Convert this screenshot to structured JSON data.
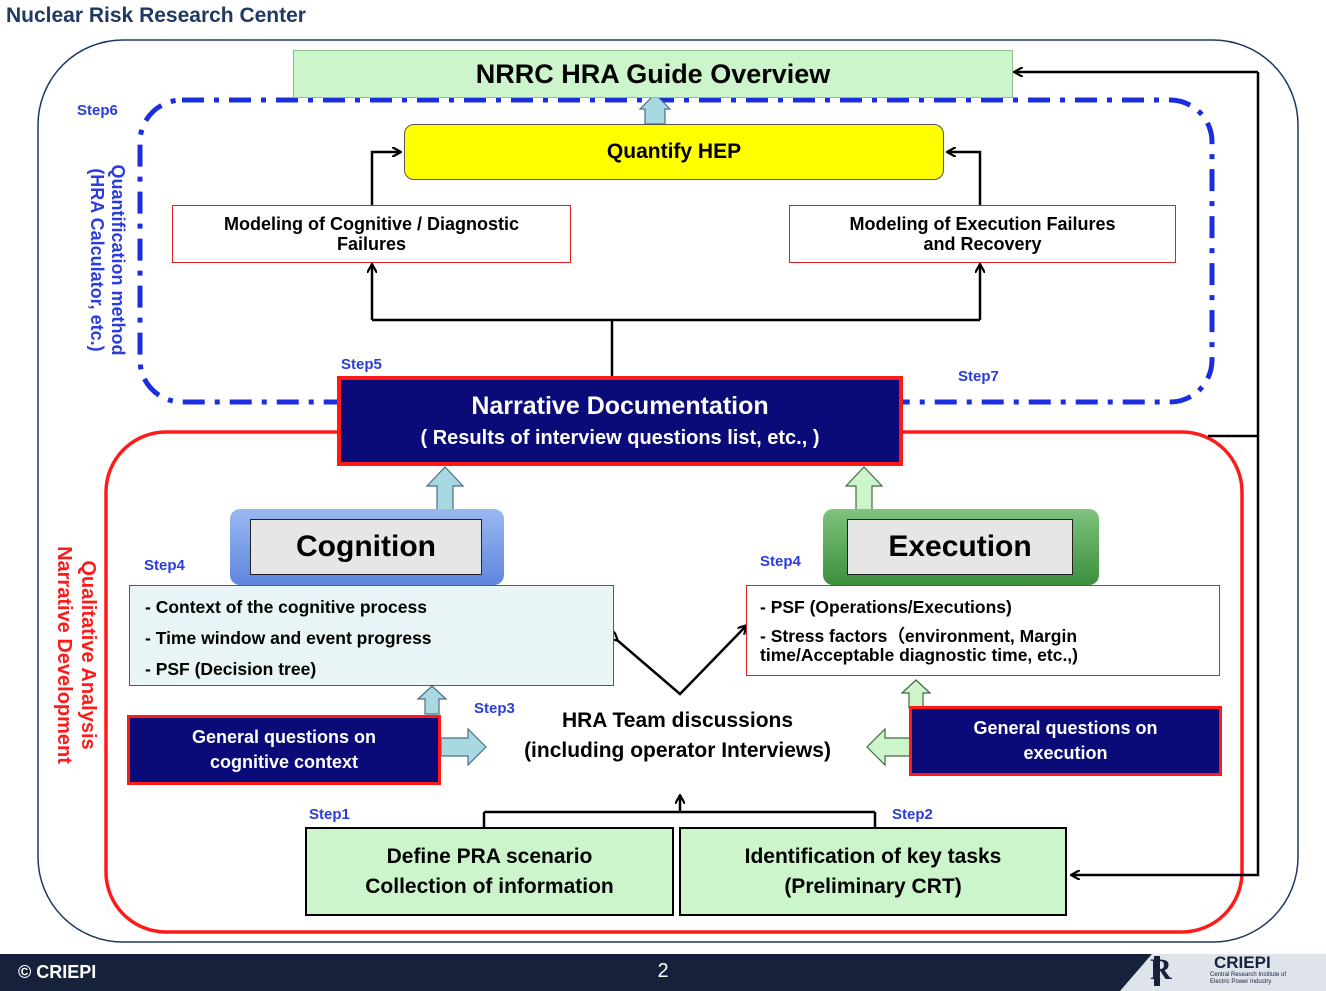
{
  "header": {
    "title": "Nuclear Risk Research Center"
  },
  "top": {
    "title": "NRRC HRA Guide Overview"
  },
  "quantification": {
    "side_label": [
      "Quantification method",
      "(HRA Calculator, etc.)"
    ],
    "quantify": "Quantify HEP",
    "cognitive_model": [
      "Modeling of Cognitive / Diagnostic",
      "Failures"
    ],
    "execution_model": [
      "Modeling of Execution Failures",
      "and Recovery"
    ]
  },
  "narrative": {
    "title": "Narrative Documentation",
    "subtitle": "( Results of interview questions list, etc., )"
  },
  "qualitative": {
    "side_label": [
      "Qualitative Analysis",
      "Narrative Development"
    ]
  },
  "cognition": {
    "label": "Cognition",
    "items": [
      "- Context of the cognitive process",
      "- Time window and event progress",
      "- PSF (Decision tree)"
    ]
  },
  "execution": {
    "label": "Execution",
    "items": [
      "- PSF (Operations/Executions)",
      "- Stress factors（environment, Margin",
      "time/Acceptable diagnostic time, etc.,)"
    ]
  },
  "questions": {
    "cognitive": [
      "General questions on",
      "cognitive context"
    ],
    "execution": [
      "General questions on",
      "execution"
    ]
  },
  "team": [
    "HRA Team discussions",
    "(including operator Interviews)"
  ],
  "define": [
    "Define PRA scenario",
    "Collection of information"
  ],
  "identify": [
    "Identification of key tasks",
    "(Preliminary CRT)"
  ],
  "steps": {
    "s1": "Step1",
    "s2": "Step2",
    "s3": "Step3",
    "s4a": "Step4",
    "s4b": "Step4",
    "s5": "Step5",
    "s6": "Step6",
    "s7": "Step7"
  },
  "footer": {
    "copyright": "© CRIEPI",
    "page": "2",
    "logo": "CRIEPI",
    "logo_sub": [
      "Central Research Institute of",
      "Electric Power Industry"
    ]
  },
  "colors": {
    "navy": "#0a0a78",
    "red": "#ff1a1a",
    "step_blue": "#2b3cdc",
    "green_fill": "#ccf5cc",
    "yellow": "#ffff00"
  }
}
